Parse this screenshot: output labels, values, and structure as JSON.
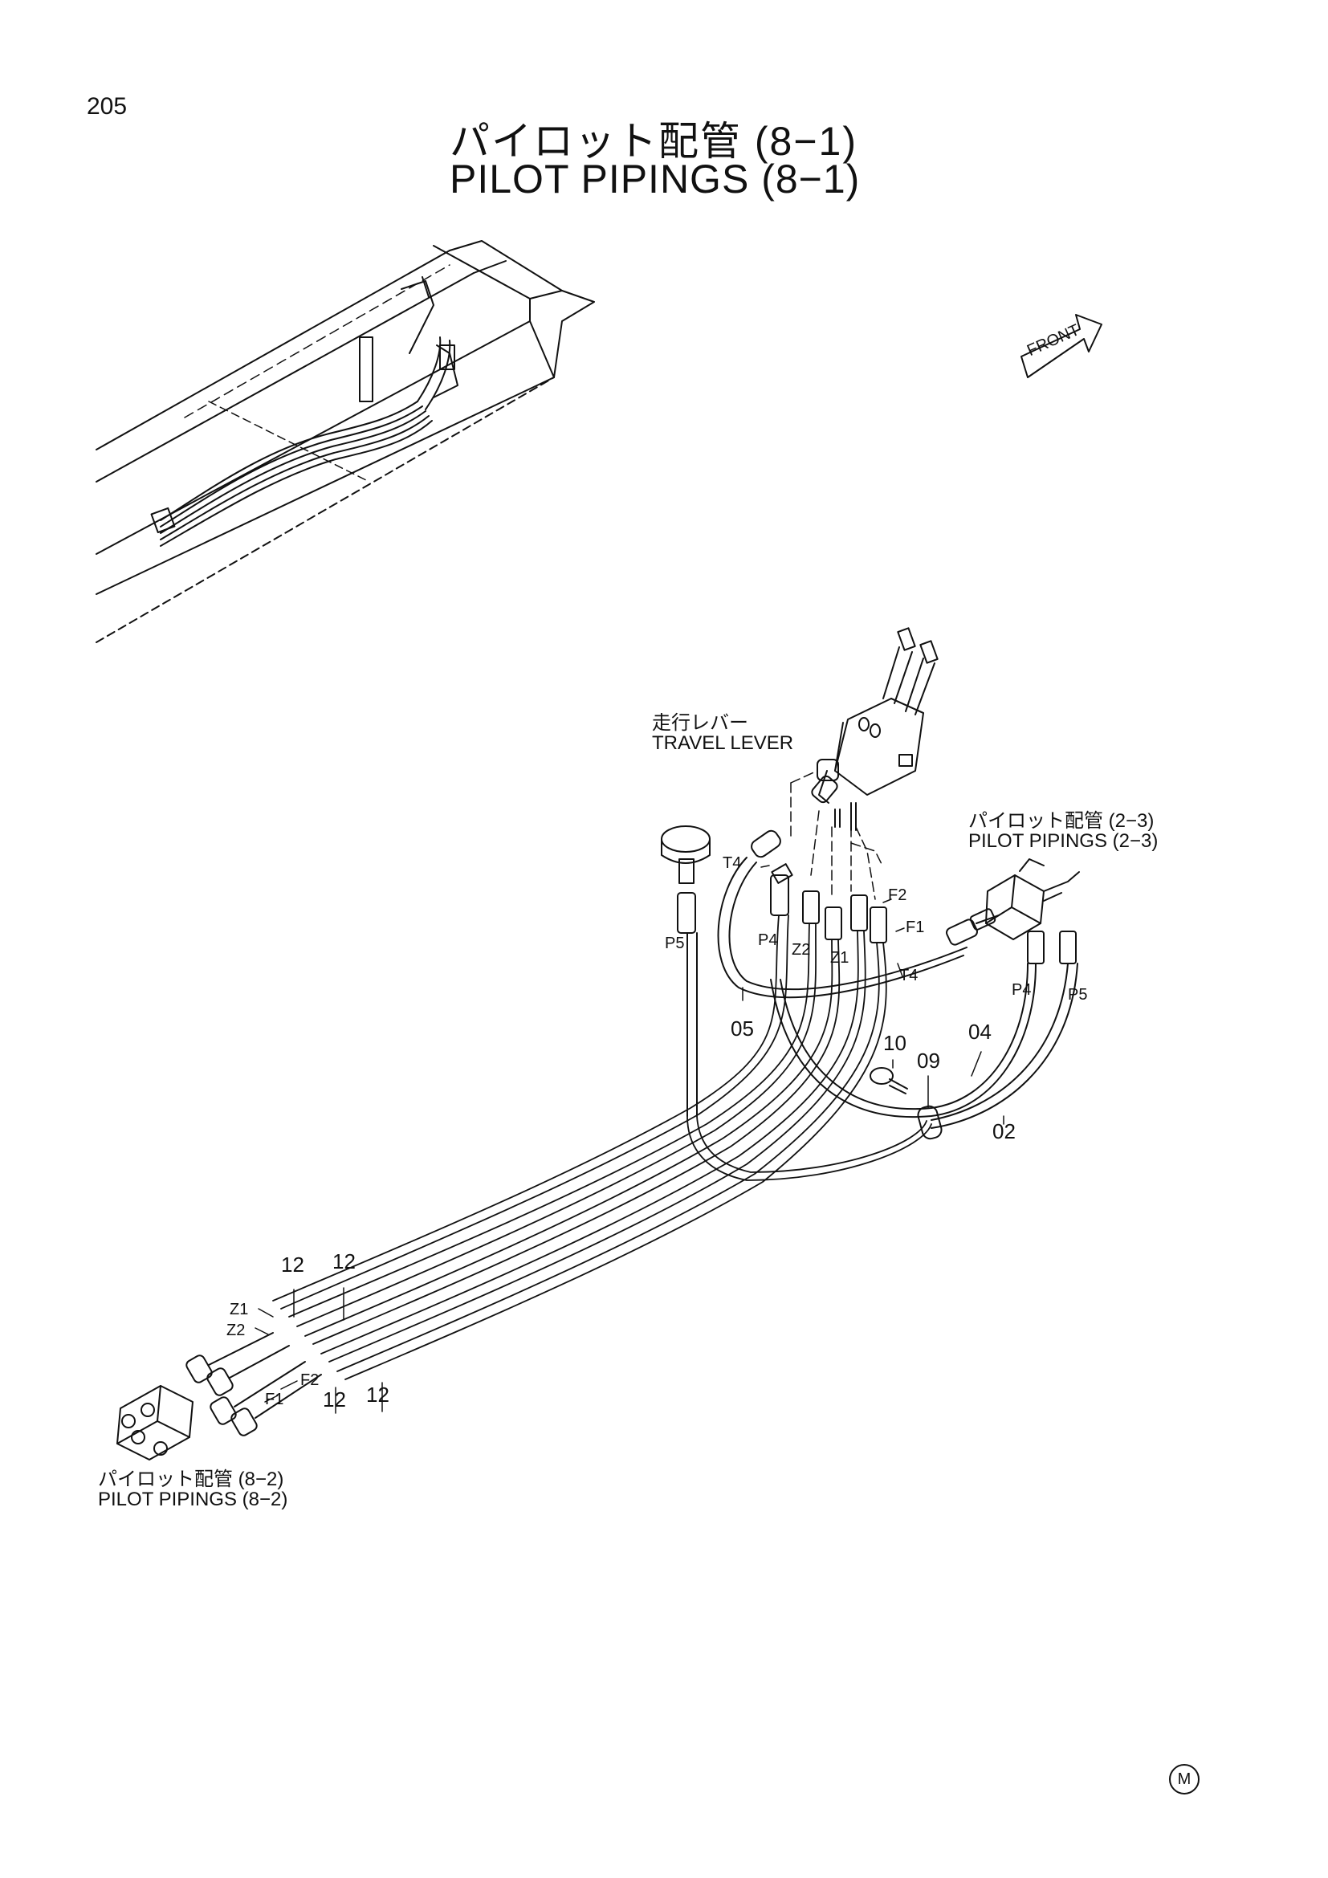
{
  "page_number": "205",
  "title": {
    "jp": "パイロット配管 (8−1)",
    "en": "PILOT PIPINGS (8−1)"
  },
  "front_label": "FRONT",
  "callouts": {
    "travel_lever_jp": "走行レバー",
    "travel_lever_en": "TRAVEL LEVER",
    "pilot_23_jp": "パイロット配管 (2−3)",
    "pilot_23_en": "PILOT PIPINGS (2−3)",
    "pilot_82_jp": "パイロット配管 (8−2)",
    "pilot_82_en": "PILOT PIPINGS (8−2)"
  },
  "port_labels": {
    "t4_a": "T4",
    "p5_a": "P5",
    "p4_a": "P4",
    "z2_a": "Z2",
    "z1_a": "Z1",
    "f2_a": "F2",
    "f1_a": "F1",
    "t4_b": "T4",
    "p4_b": "P4",
    "p5_b": "P5",
    "z1_b": "Z1",
    "z2_b": "Z2",
    "f2_b": "F2",
    "f1_b": "F1"
  },
  "part_numbers": {
    "p05": "05",
    "p10": "10",
    "p09": "09",
    "p04": "04",
    "p02": "02",
    "p12_a": "12",
    "p12_b": "12",
    "p12_c": "12",
    "p12_d": "12"
  },
  "mark": "M"
}
